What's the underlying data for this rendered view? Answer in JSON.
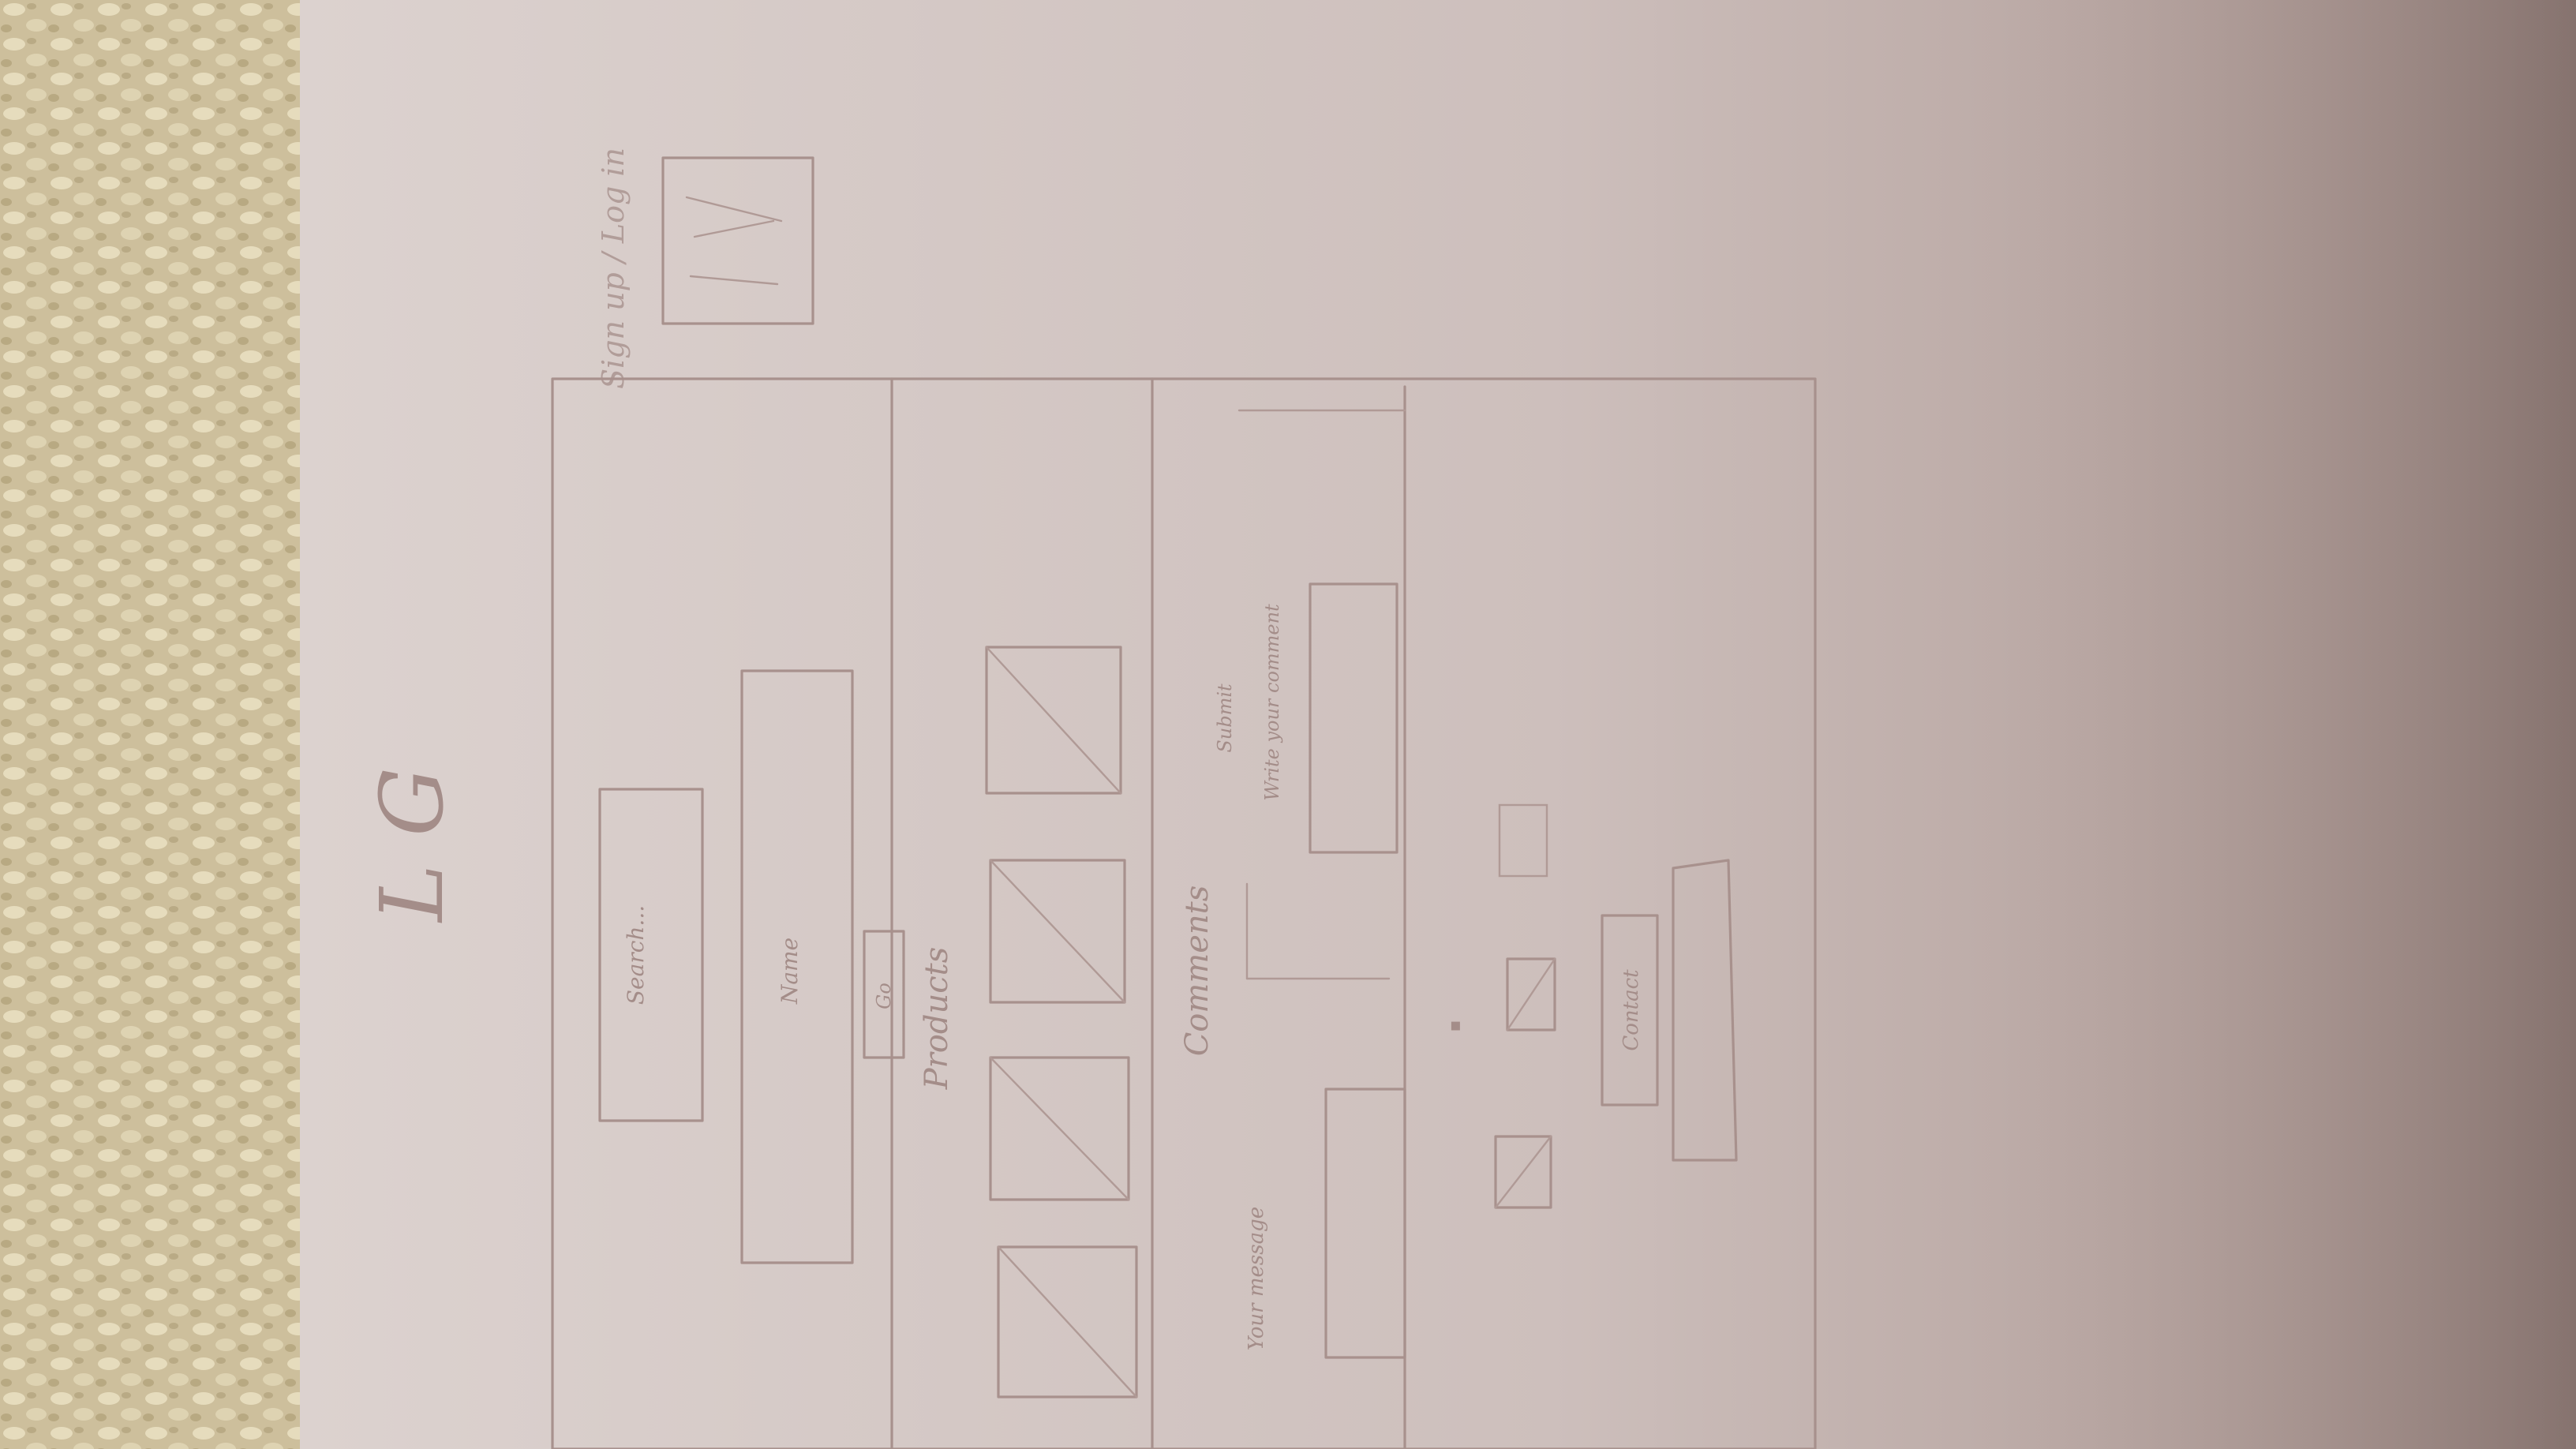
{
  "photo": {
    "subject": "pencil wireframe sketch on paper",
    "orientation": "rotated 90 degrees counter-clockwise"
  },
  "sketch": {
    "heading": "L G",
    "top_link_scribble": "Sign up / Log in",
    "text_box_1": "Search...",
    "text_box_2": "Name",
    "small_button": "Go",
    "section_label_1": "Products",
    "section_label_2": "Comments",
    "small_text_1": "Your message",
    "small_text_2": "Submit",
    "small_text_3": "Write your comment",
    "footer_button": "Contact",
    "colors": {
      "paper": "#d9cecb",
      "pencil": "#a8918d",
      "wall": "#c9bc97"
    }
  }
}
